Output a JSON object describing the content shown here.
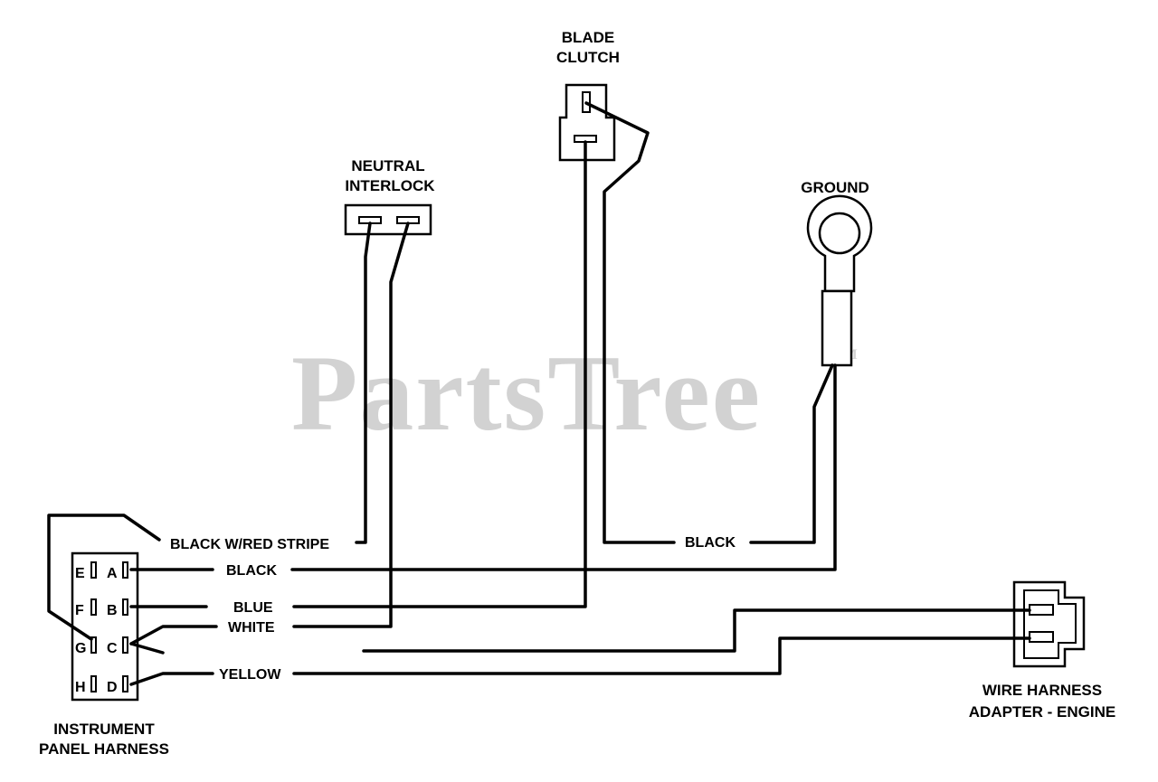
{
  "watermark": {
    "text": "PartsTree",
    "tm": "TM"
  },
  "components": {
    "blade_clutch": [
      "BLADE",
      "CLUTCH"
    ],
    "neutral_interlock": [
      "NEUTRAL",
      "INTERLOCK"
    ],
    "ground": "GROUND",
    "instrument_panel_harness": [
      "INSTRUMENT",
      "PANEL HARNESS"
    ],
    "wire_harness_adapter": [
      "WIRE HARNESS",
      "ADAPTER - ENGINE"
    ]
  },
  "wires": {
    "black_red_stripe": "BLACK W/RED STRIPE",
    "black_clutch_ground": "BLACK",
    "black_a": "BLACK",
    "blue": "BLUE",
    "white": "WHITE",
    "yellow": "YELLOW"
  },
  "pins": {
    "left": [
      "E",
      "F",
      "G",
      "H"
    ],
    "right": [
      "A",
      "B",
      "C",
      "D"
    ]
  }
}
